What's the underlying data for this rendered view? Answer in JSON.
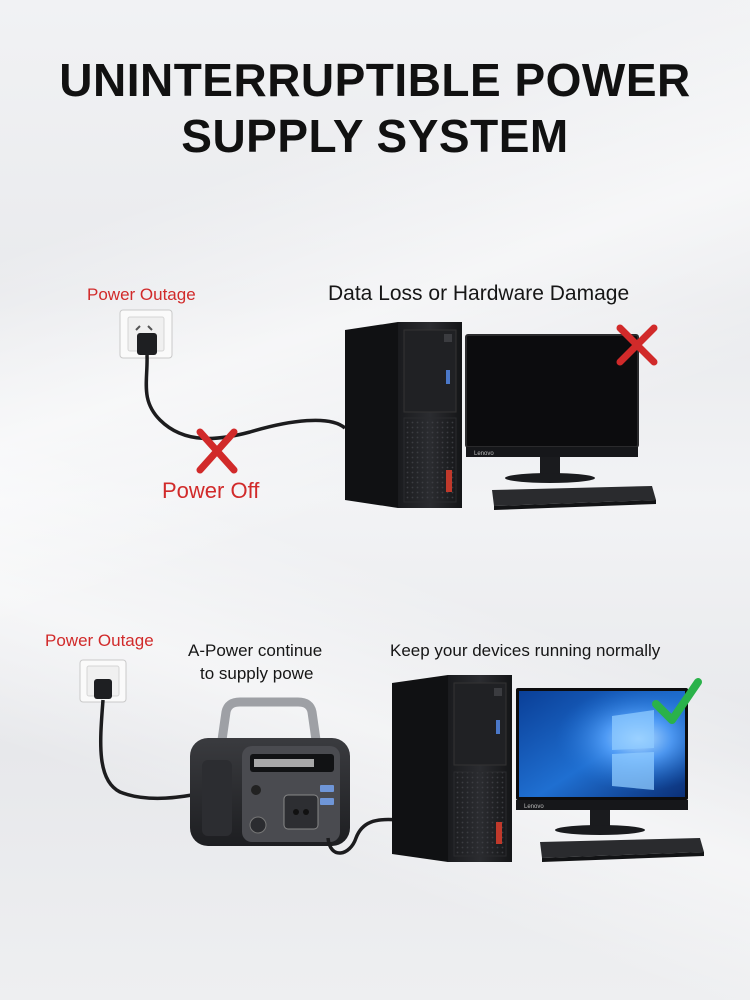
{
  "title": {
    "line1": "UNINTERRUPTIBLE POWER",
    "line2": "SUPPLY SYSTEM"
  },
  "scenario_without_ups": {
    "outage_label": "Power Outage",
    "result_label": "Data Loss or Hardware Damage",
    "cable_label": "Power Off"
  },
  "scenario_with_ups": {
    "outage_label": "Power Outage",
    "station_label_line1": "A-Power continue",
    "station_label_line2": "to supply powe",
    "result_label": "Keep your devices running normally"
  },
  "monitor_brand": "Lenovo",
  "colors": {
    "danger": "#d12a2a",
    "ok": "#2ab24a",
    "screen_on": "#1f6fd1"
  },
  "icons": [
    "wall-outlet-icon",
    "cross-mark-icon",
    "check-mark-icon"
  ]
}
